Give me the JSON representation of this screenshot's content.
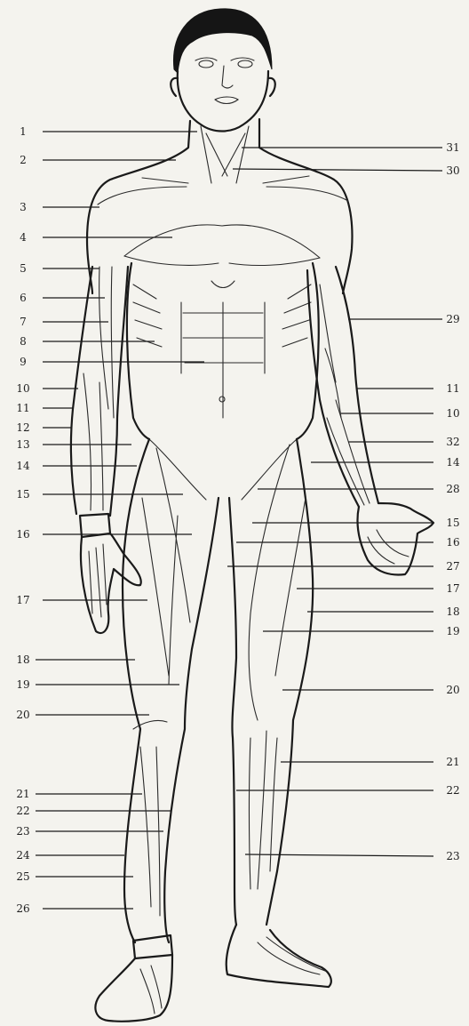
{
  "left_labels": [
    "1",
    "2",
    "3",
    "4",
    "5",
    "6",
    "7",
    "8",
    "9",
    "10",
    "11",
    "12",
    "13",
    "14",
    "15",
    "16",
    "17",
    "18",
    "19",
    "20",
    "21",
    "22",
    "23",
    "24",
    "25",
    "26"
  ],
  "right_labels": [
    "31",
    "30",
    "29",
    "11",
    "10",
    "32",
    "14",
    "28",
    "15",
    "16",
    "27",
    "17",
    "18",
    "19",
    "20",
    "21",
    "22",
    "23"
  ],
  "colors": {
    "ink": "#1a1a1a",
    "paper": "#f4f3ee"
  }
}
